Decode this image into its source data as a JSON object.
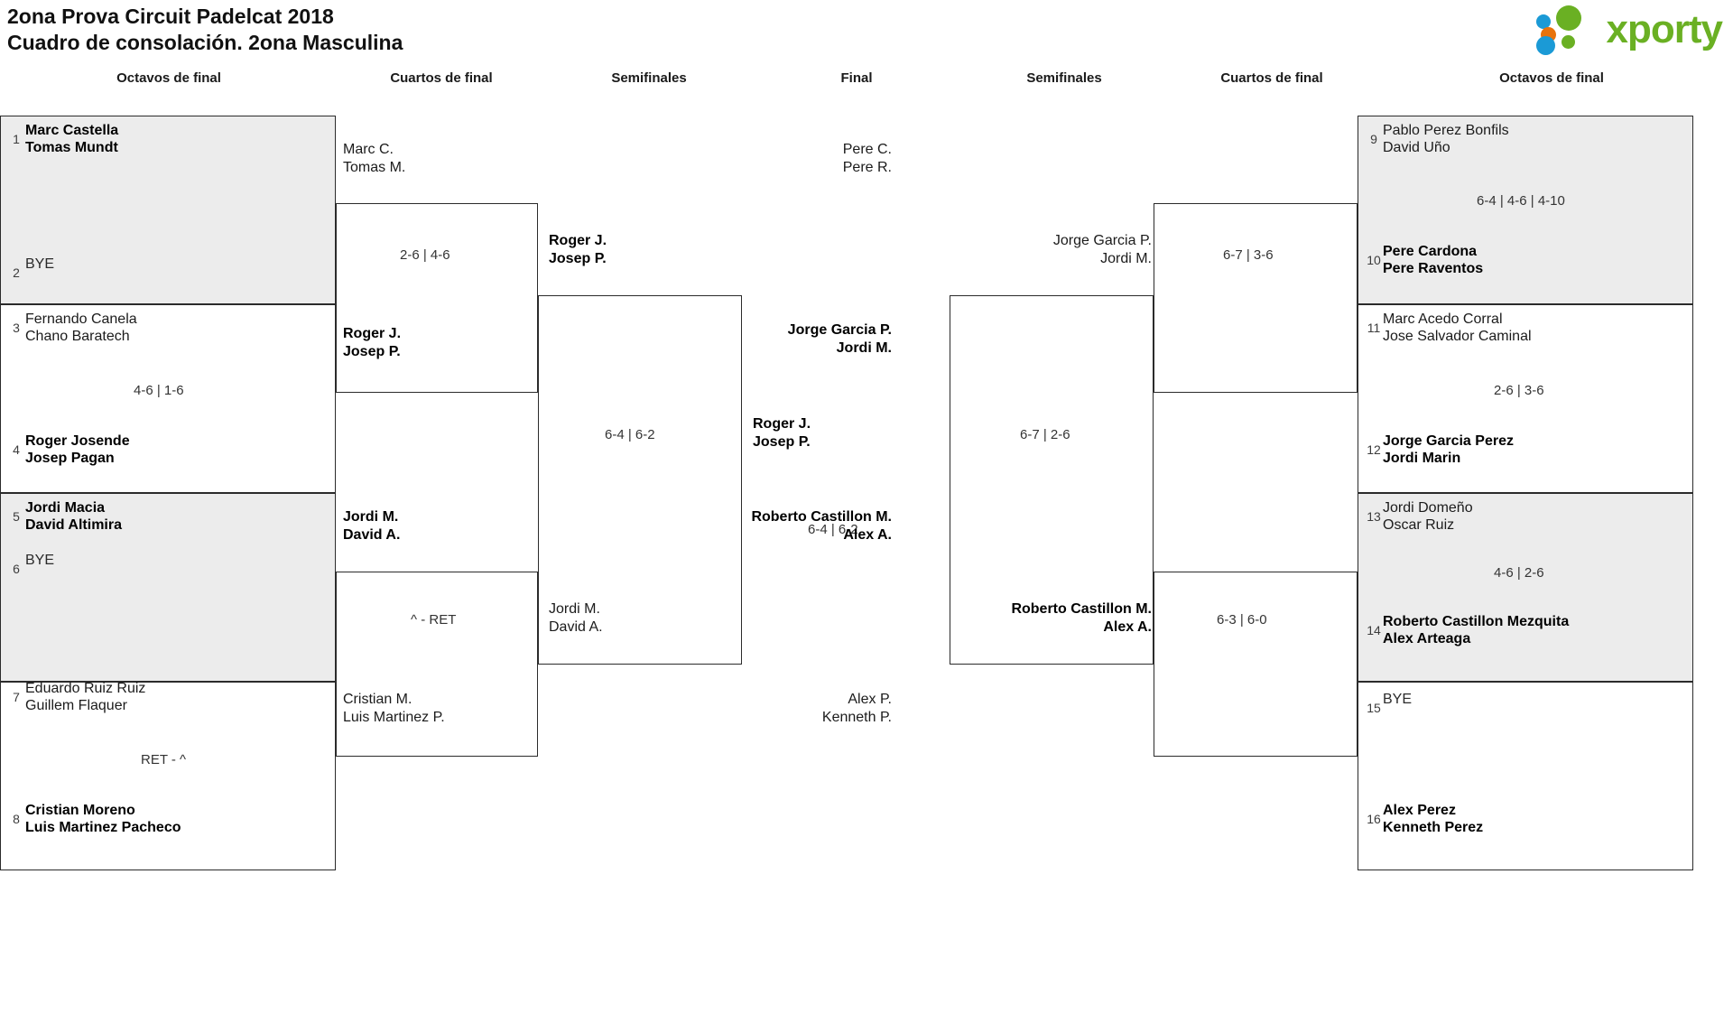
{
  "header": {
    "title_line1": "2ona Prova Circuit Padelcat 2018",
    "title_line2": "Cuadro de consolación. 2ona Masculina",
    "logo_text": "xporty",
    "logo_colors": {
      "green": "#6ab023",
      "blue": "#1b9ad6",
      "orange": "#e8730c"
    }
  },
  "round_headers": {
    "r1_left": "Octavos de final",
    "r2_left": "Cuartos de final",
    "r3_left": "Semifinales",
    "final": "Final",
    "r3_right": "Semifinales",
    "r2_right": "Cuartos de final",
    "r1_right": "Octavos de final"
  },
  "left": {
    "octavos": [
      {
        "seed": "1",
        "p1": "Marc Castella",
        "p2": "Tomas Mundt",
        "winner": true,
        "bye": false
      },
      {
        "seed": "2",
        "p1": "BYE",
        "p2": "",
        "winner": false,
        "bye": true
      },
      {
        "seed": "3",
        "p1": "Fernando Canela",
        "p2": "Chano Baratech",
        "winner": false,
        "bye": false
      },
      {
        "seed": "4",
        "p1": "Roger Josende",
        "p2": "Josep Pagan",
        "winner": true,
        "bye": false
      },
      {
        "seed": "5",
        "p1": "Jordi Macia",
        "p2": "David Altimira",
        "winner": true,
        "bye": false
      },
      {
        "seed": "6",
        "p1": "BYE",
        "p2": "",
        "winner": false,
        "bye": true
      },
      {
        "seed": "7",
        "p1": "Eduardo Ruiz Ruiz",
        "p2": "Guillem Flaquer",
        "winner": false,
        "bye": false
      },
      {
        "seed": "8",
        "p1": "Cristian Moreno",
        "p2": "Luis Martinez Pacheco",
        "winner": true,
        "bye": false
      }
    ],
    "octavos_scores": [
      "",
      "4-6 | 1-6",
      "",
      "RET - ^"
    ],
    "cuartos": [
      {
        "p1": "Marc C.",
        "p2": "Tomas M.",
        "winner": false
      },
      {
        "p1": "Roger J.",
        "p2": "Josep P.",
        "winner": true
      },
      {
        "p1": "Jordi M.",
        "p2": "David A.",
        "winner": true
      },
      {
        "p1": "Cristian M.",
        "p2": "Luis Martinez P.",
        "winner": false
      }
    ],
    "cuartos_scores": [
      "2-6 | 4-6",
      "^ - RET"
    ],
    "semis": [
      {
        "p1": "Roger J.",
        "p2": "Josep P.",
        "winner": true
      },
      {
        "p1": "Jordi M.",
        "p2": "David A.",
        "winner": false
      }
    ],
    "semis_score": "6-4 | 6-2"
  },
  "final": {
    "champion_p1": "Roger J.",
    "champion_p2": "Josep P.",
    "score": "6-4 | 6-2"
  },
  "right": {
    "semis": [
      {
        "p1": "Jorge Garcia P.",
        "p2": "Jordi M.",
        "winner": false
      },
      {
        "p1": "Roberto Castillon M.",
        "p2": "Alex A.",
        "winner": true
      }
    ],
    "semis_score": "6-7 | 2-6",
    "cuartos": [
      {
        "p1": "Pere C.",
        "p2": "Pere R.",
        "winner": false
      },
      {
        "p1": "Jorge Garcia P.",
        "p2": "Jordi M.",
        "winner": true
      },
      {
        "p1": "Roberto Castillon M.",
        "p2": "Alex A.",
        "winner": true
      },
      {
        "p1": "Alex P.",
        "p2": "Kenneth P.",
        "winner": false
      }
    ],
    "cuartos_scores": [
      "6-7 | 3-6",
      "6-3 | 6-0"
    ],
    "octavos": [
      {
        "seed": "9",
        "p1": "Pablo Perez Bonfils",
        "p2": "David Uño",
        "winner": false,
        "bye": false
      },
      {
        "seed": "10",
        "p1": "Pere Cardona",
        "p2": "Pere Raventos",
        "winner": true,
        "bye": false
      },
      {
        "seed": "11",
        "p1": "Marc Acedo Corral",
        "p2": "Jose Salvador Caminal",
        "winner": false,
        "bye": false
      },
      {
        "seed": "12",
        "p1": "Jorge Garcia Perez",
        "p2": "Jordi Marin",
        "winner": true,
        "bye": false
      },
      {
        "seed": "13",
        "p1": "Jordi Domeño",
        "p2": "Oscar Ruiz",
        "winner": false,
        "bye": false
      },
      {
        "seed": "14",
        "p1": "Roberto Castillon Mezquita",
        "p2": "Alex Arteaga",
        "winner": true,
        "bye": false
      },
      {
        "seed": "15",
        "p1": "BYE",
        "p2": "",
        "winner": false,
        "bye": true
      },
      {
        "seed": "16",
        "p1": "Alex Perez",
        "p2": "Kenneth Perez",
        "winner": true,
        "bye": false
      }
    ],
    "octavos_scores": [
      "6-4 | 4-6 | 4-10",
      "2-6 | 3-6",
      "4-6 | 2-6",
      ""
    ]
  }
}
